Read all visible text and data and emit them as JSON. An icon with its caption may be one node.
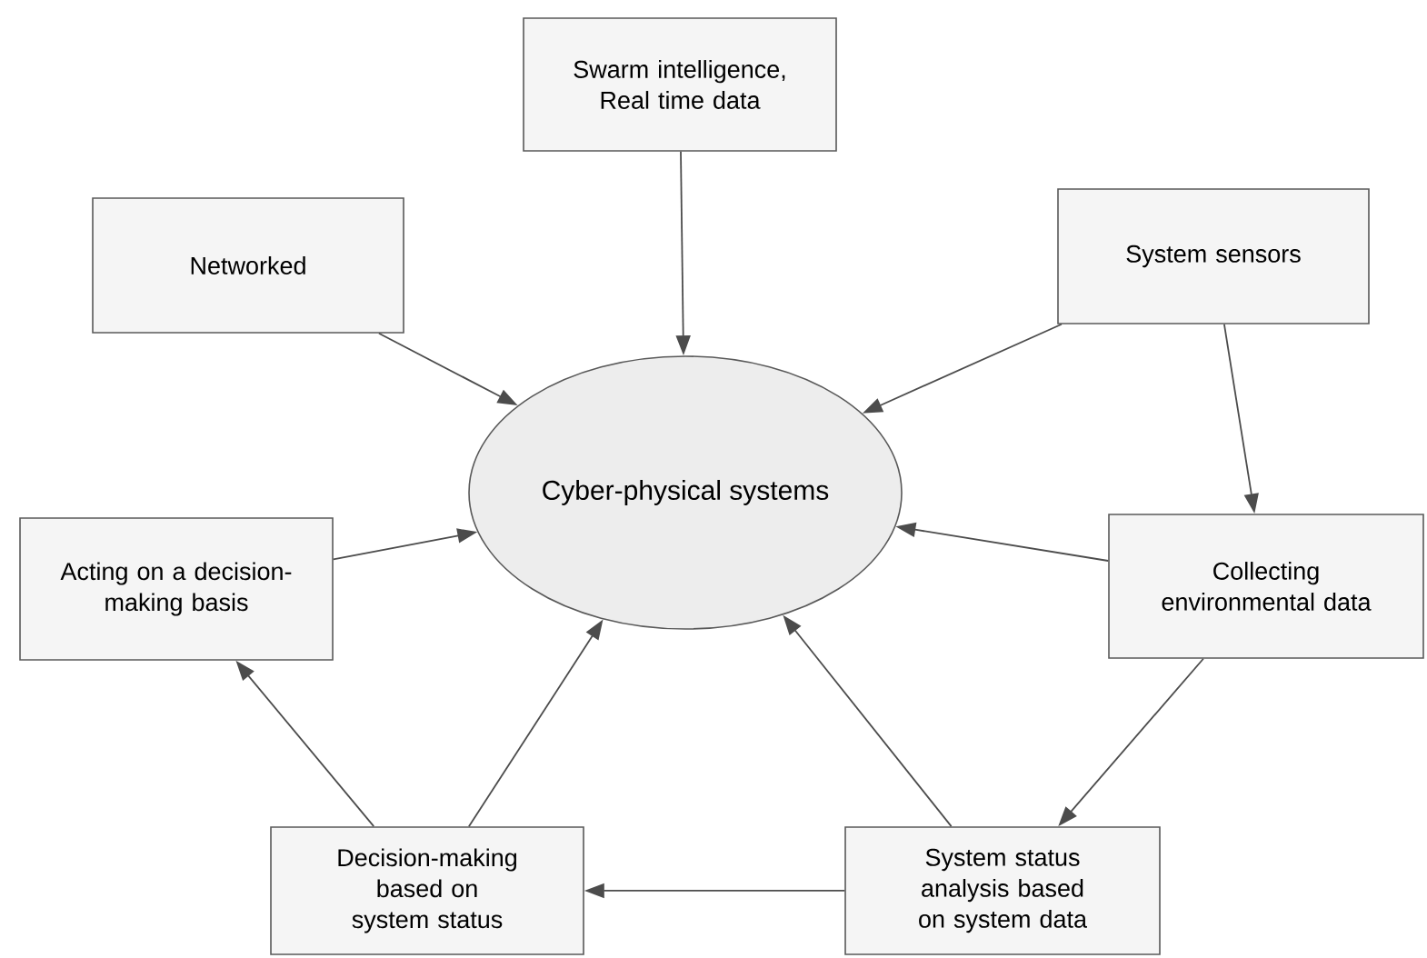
{
  "diagram": {
    "nodes": [
      {
        "text": [
          "Swarm intelligence, Real time data"
        ]
      },
      {
        "text": [
          "Networked"
        ]
      },
      {
        "text": [
          "System sensors"
        ]
      },
      {
        "text": [
          "Cyber-physical systems"
        ]
      },
      {
        "text": [
          "Acting on a decision-making basis"
        ]
      },
      {
        "text": [
          "Collecting environmental data"
        ]
      },
      {
        "text": [
          "Decision-making based on system status"
        ]
      },
      {
        "text": [
          "System status analysis based on system data"
        ]
      }
    ],
    "edges": [
      {
        "from": 0,
        "to": 3,
        "arrow": "to"
      },
      {
        "from": 1,
        "to": 3,
        "arrow": "to"
      },
      {
        "from": 2,
        "to": 3,
        "arrow": "to"
      },
      {
        "from": 2,
        "to": 5,
        "arrow": "to"
      },
      {
        "from": 5,
        "to": 3,
        "arrow": "to"
      },
      {
        "from": 5,
        "to": 7,
        "arrow": "to"
      },
      {
        "from": 7,
        "to": 3,
        "arrow": "to"
      },
      {
        "from": 7,
        "to": 6,
        "arrow": "to"
      },
      {
        "from": 6,
        "to": 3,
        "arrow": "to"
      },
      {
        "from": 6,
        "to": 4,
        "arrow": "to"
      },
      {
        "from": 4,
        "to": 3,
        "arrow": "to"
      }
    ]
  }
}
